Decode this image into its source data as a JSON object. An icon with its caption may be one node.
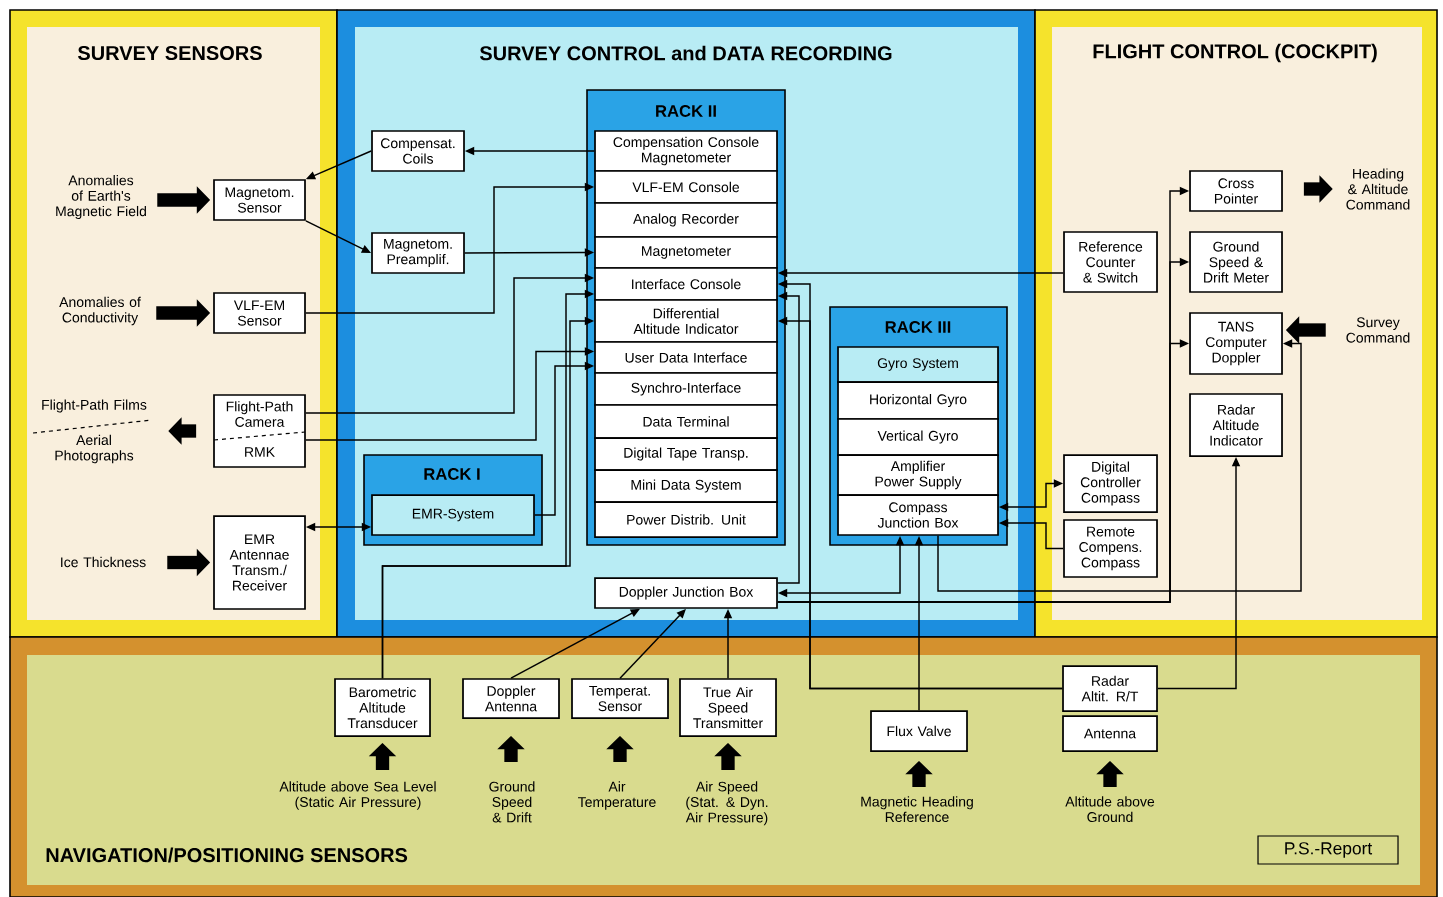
{
  "diagram": {
    "nodes": [
      {
        "text": [
          "SURVEY SENSORS"
        ]
      },
      {
        "text": [
          "SURVEY CONTROL and DATA RECORDING"
        ]
      },
      {
        "text": [
          "FLIGHT CONTROL (COCKPIT)"
        ]
      },
      {
        "text": [
          "NAVIGATION/POSITIONING SENSORS"
        ]
      },
      {
        "text": [
          "Magnetom. Sensor"
        ],
        "in": 0
      },
      {
        "text": [
          "VLF-EM Sensor"
        ],
        "in": 0
      },
      {
        "text": [
          "Flight-Path Camera",
          "RMK"
        ],
        "in": 0
      },
      {
        "text": [
          "EMR Antennae Transm./ Receiver"
        ],
        "in": 0
      },
      {
        "text": [
          "Anomalies of Earth's Magnetic Field"
        ],
        "in": 0
      },
      {
        "text": [
          "Anomalies of Conductivity"
        ],
        "in": 0
      },
      {
        "text": [
          "Flight-Path Films",
          "Aerial Photographs"
        ],
        "in": 0
      },
      {
        "text": [
          "Ice Thickness"
        ],
        "in": 0
      },
      {
        "text": [
          "Compensat. Coils"
        ],
        "in": 1
      },
      {
        "text": [
          "Magnetom. Preamplif."
        ],
        "in": 1
      },
      {
        "text": [
          "RACK II"
        ],
        "in": 1
      },
      {
        "text": [
          "Compensation Console Magnetometer"
        ],
        "in": 14
      },
      {
        "text": [
          "VLF-EM Console"
        ],
        "in": 14
      },
      {
        "text": [
          "Analog Recorder"
        ],
        "in": 14
      },
      {
        "text": [
          "Magnetometer"
        ],
        "in": 14
      },
      {
        "text": [
          "Interface Console"
        ],
        "in": 14
      },
      {
        "text": [
          "Differential Altitude Indicator"
        ],
        "in": 14
      },
      {
        "text": [
          "User Data Interface"
        ],
        "in": 14
      },
      {
        "text": [
          "Synchro-Interface"
        ],
        "in": 14
      },
      {
        "text": [
          "Data Terminal"
        ],
        "in": 14
      },
      {
        "text": [
          "Digital Tape Transp."
        ],
        "in": 14
      },
      {
        "text": [
          "Mini Data System"
        ],
        "in": 14
      },
      {
        "text": [
          "Power Distrib. Unit"
        ],
        "in": 14
      },
      {
        "text": [
          "RACK I"
        ],
        "in": 1
      },
      {
        "text": [
          "EMR-System"
        ],
        "in": 27
      },
      {
        "text": [
          "RACK III"
        ],
        "in": 1
      },
      {
        "text": [
          "Gyro System"
        ],
        "in": 29
      },
      {
        "text": [
          "Horizontal Gyro"
        ],
        "in": 29
      },
      {
        "text": [
          "Vertical Gyro"
        ],
        "in": 29
      },
      {
        "text": [
          "Amplifier Power Supply"
        ],
        "in": 29
      },
      {
        "text": [
          "Compass Junction Box"
        ],
        "in": 29
      },
      {
        "text": [
          "Doppler Junction Box"
        ],
        "in": 1
      },
      {
        "text": [
          "Cross Pointer"
        ],
        "in": 2
      },
      {
        "text": [
          "Reference Counter & Switch"
        ],
        "in": 2
      },
      {
        "text": [
          "Ground Speed & Drift Meter"
        ],
        "in": 2
      },
      {
        "text": [
          "TANS Computer Doppler"
        ],
        "in": 2
      },
      {
        "text": [
          "Radar Altitude Indicator"
        ],
        "in": 2
      },
      {
        "text": [
          "Digital Controller Compass"
        ],
        "in": 2
      },
      {
        "text": [
          "Remote Compens. Compass"
        ],
        "in": 2
      },
      {
        "text": [
          "Heading & Altitude Command"
        ],
        "in": 2
      },
      {
        "text": [
          "Survey Command"
        ],
        "in": 2
      },
      {
        "text": [
          "Barometric Altitude Transducer"
        ],
        "in": 3
      },
      {
        "text": [
          "Doppler Antenna"
        ],
        "in": 3
      },
      {
        "text": [
          "Temperat. Sensor"
        ],
        "in": 3
      },
      {
        "text": [
          "True Air Speed Transmitter"
        ],
        "in": 3
      },
      {
        "text": [
          "Flux Valve"
        ],
        "in": 3
      },
      {
        "text": [
          "Radar Altit. R/T"
        ],
        "in": 3
      },
      {
        "text": [
          "Antenna"
        ],
        "in": 3
      },
      {
        "text": [
          "Altitude above Sea Level (Static Air Pressure)"
        ],
        "in": 3
      },
      {
        "text": [
          "Ground Speed & Drift"
        ],
        "in": 3
      },
      {
        "text": [
          "Air Temperature"
        ],
        "in": 3
      },
      {
        "text": [
          "Air Speed (Stat. & Dyn. Air Pressure)"
        ],
        "in": 3
      },
      {
        "text": [
          "Magnetic Heading Reference"
        ],
        "in": 3
      },
      {
        "text": [
          "Altitude above Ground"
        ],
        "in": 3
      },
      {
        "text": [
          "P.S.-Report"
        ],
        "in": 3
      }
    ],
    "edges": [
      {
        "from": 8,
        "to": 4,
        "arrow": "to",
        "style": "thick"
      },
      {
        "from": 9,
        "to": 5,
        "arrow": "to",
        "style": "thick"
      },
      {
        "from": 6,
        "to": 10,
        "arrow": "to",
        "style": "thick"
      },
      {
        "from": 11,
        "to": 7,
        "arrow": "to",
        "style": "thick"
      },
      {
        "from": 12,
        "to": 4,
        "arrow": "to"
      },
      {
        "from": 15,
        "to": 12,
        "arrow": "to"
      },
      {
        "from": 4,
        "to": 13,
        "arrow": "to"
      },
      {
        "from": 13,
        "to": 18,
        "arrow": "to"
      },
      {
        "from": 5,
        "to": 16,
        "arrow": "to"
      },
      {
        "from": 6,
        "to": 19,
        "arrow": "to"
      },
      {
        "from": 6,
        "to": 21,
        "arrow": "to"
      },
      {
        "from": 28,
        "to": 21,
        "arrow": "to"
      },
      {
        "from": 7,
        "to": 28,
        "arrow": "both"
      },
      {
        "from": 45,
        "to": 19,
        "arrow": "to"
      },
      {
        "from": 45,
        "to": 20,
        "arrow": "to"
      },
      {
        "from": 37,
        "to": 19,
        "arrow": "to"
      },
      {
        "from": 50,
        "to": 19,
        "arrow": "to"
      },
      {
        "from": 50,
        "to": 20,
        "arrow": "to"
      },
      {
        "from": 35,
        "to": 19,
        "arrow": "to"
      },
      {
        "from": 35,
        "to": 34,
        "arrow": "both"
      },
      {
        "from": 35,
        "to": 36,
        "arrow": "to"
      },
      {
        "from": 35,
        "to": 38,
        "arrow": "to"
      },
      {
        "from": 35,
        "to": 39,
        "arrow": "to"
      },
      {
        "from": 34,
        "to": 39,
        "arrow": "to"
      },
      {
        "from": 34,
        "to": 41,
        "arrow": "both"
      },
      {
        "from": 42,
        "to": 34,
        "arrow": "to"
      },
      {
        "from": 49,
        "to": 34,
        "arrow": "to"
      },
      {
        "from": 46,
        "to": 35,
        "arrow": "to"
      },
      {
        "from": 47,
        "to": 35,
        "arrow": "to"
      },
      {
        "from": 48,
        "to": 35,
        "arrow": "to"
      },
      {
        "from": 50,
        "to": 40,
        "arrow": "to"
      },
      {
        "from": 36,
        "to": 43,
        "arrow": "to",
        "style": "thick"
      },
      {
        "from": 44,
        "to": 39,
        "arrow": "to",
        "style": "thick"
      },
      {
        "from": 52,
        "to": 45,
        "arrow": "to",
        "style": "thick"
      },
      {
        "from": 53,
        "to": 46,
        "arrow": "to",
        "style": "thick"
      },
      {
        "from": 54,
        "to": 47,
        "arrow": "to",
        "style": "thick"
      },
      {
        "from": 55,
        "to": 48,
        "arrow": "to",
        "style": "thick"
      },
      {
        "from": 56,
        "to": 49,
        "arrow": "to",
        "style": "thick"
      },
      {
        "from": 57,
        "to": 51,
        "arrow": "to",
        "style": "thick"
      }
    ]
  }
}
